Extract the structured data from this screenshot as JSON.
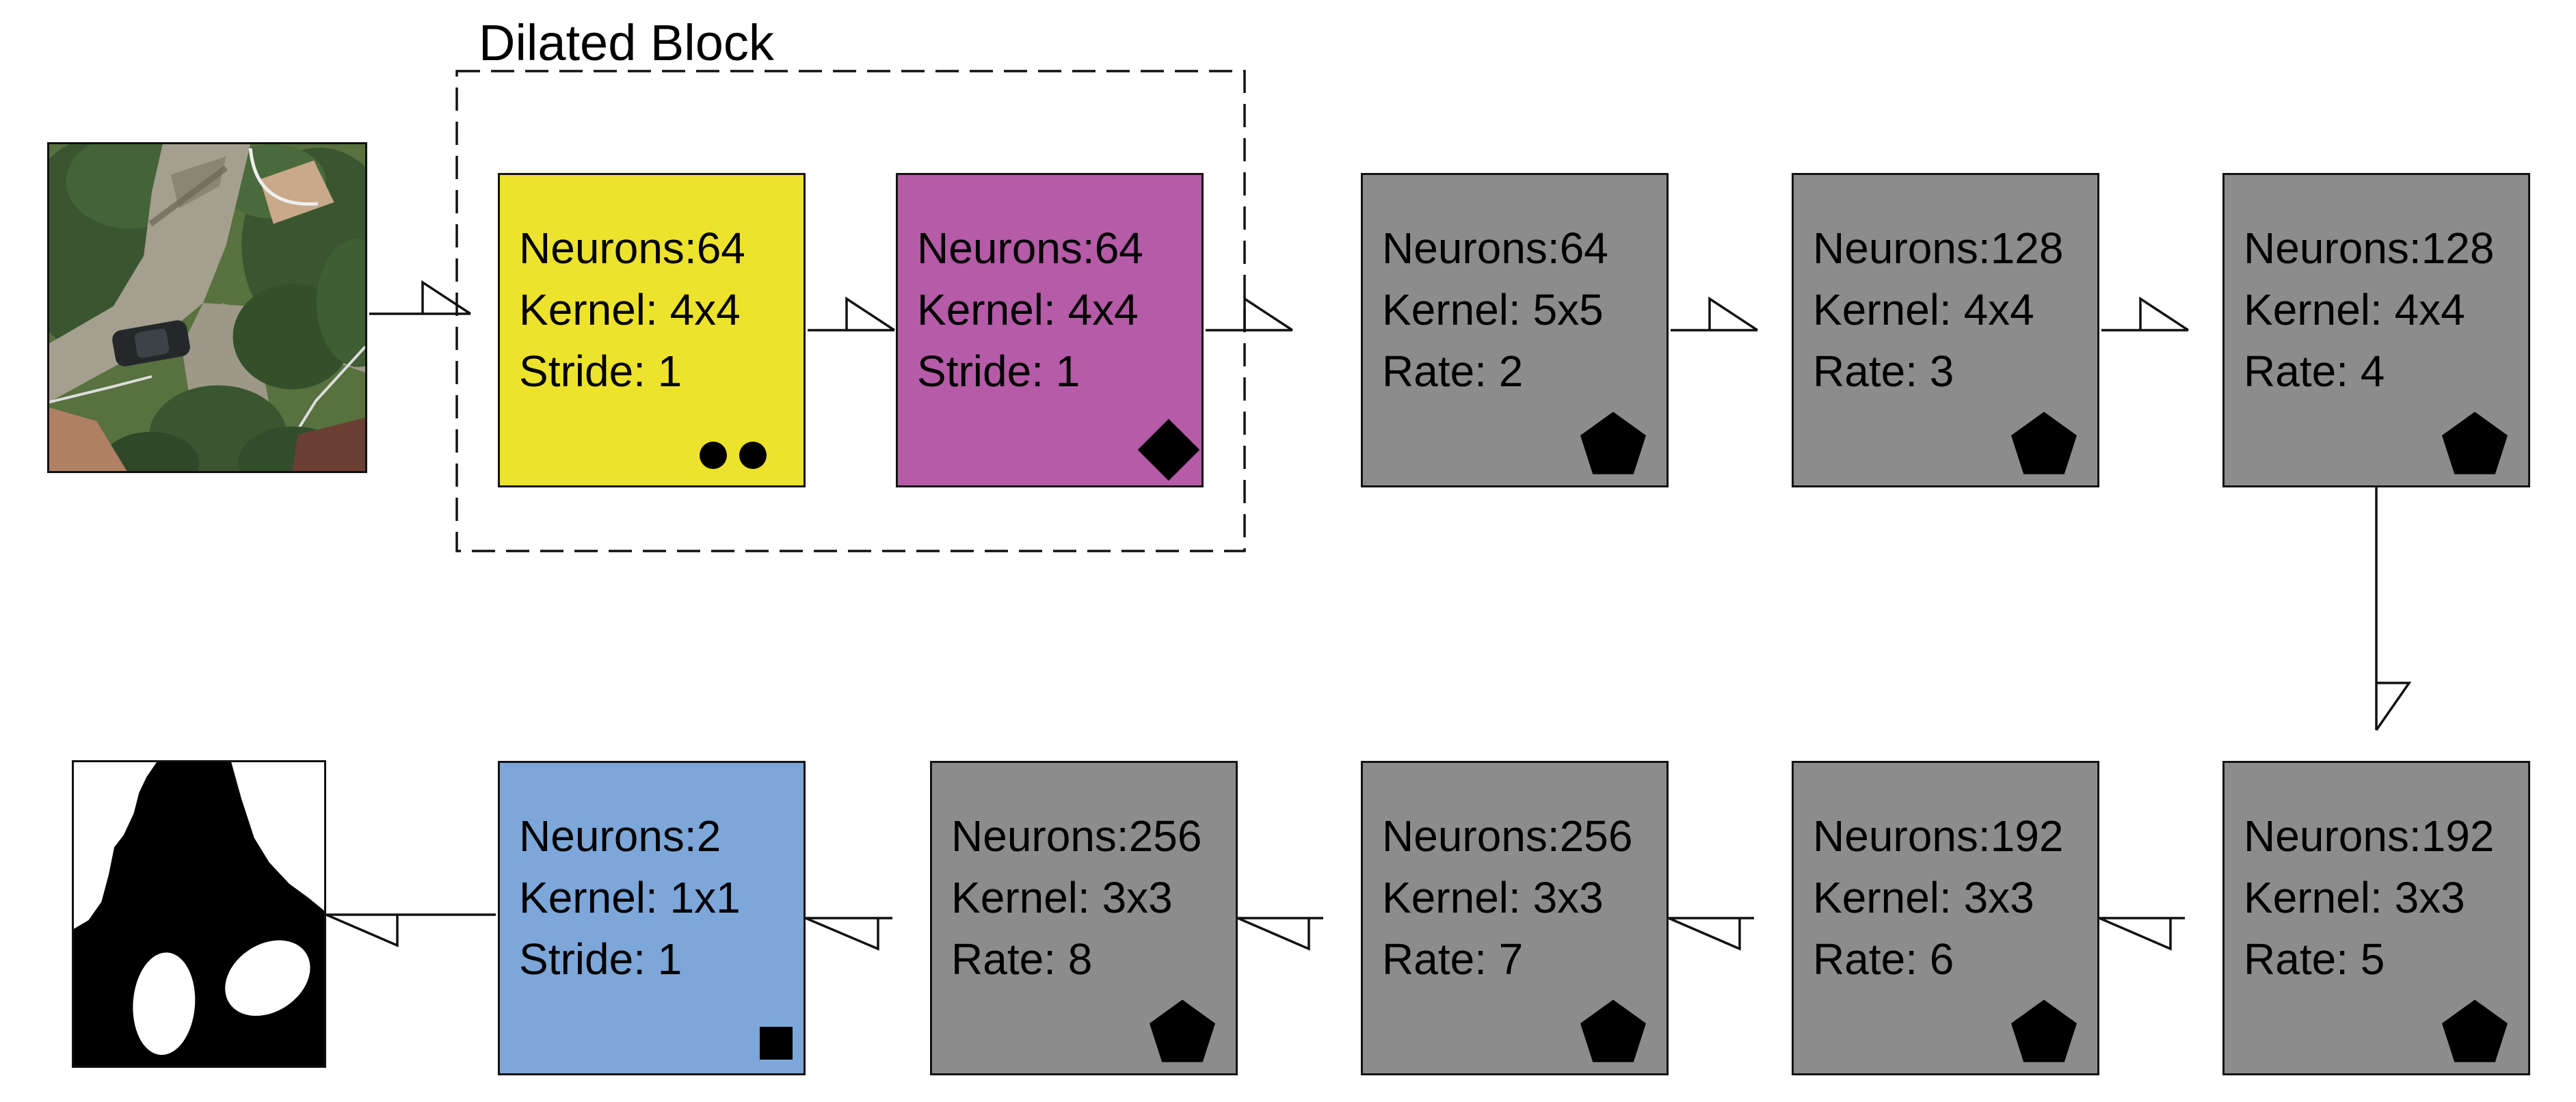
{
  "diagram": {
    "title_label": "Dilated Block",
    "input_image": "aerial-photo-road-intersection",
    "output_image": "black-white-segmentation-mask",
    "colors": {
      "yellow_block": "#EEE32C",
      "magenta_block": "#B55BA7",
      "gray_block": "#8C8C8C",
      "blue_block": "#7DA6D9",
      "line": "#111111",
      "background": "#FFFFFF"
    },
    "blocks": [
      {
        "name": "conv-yellow",
        "fill": "#EEE32C",
        "marker": "two-circles",
        "lines": [
          "Neurons:64",
          "Kernel: 4x4",
          "Stride: 1"
        ]
      },
      {
        "name": "conv-magenta",
        "fill": "#B55BA7",
        "marker": "diamond",
        "lines": [
          "Neurons:64",
          "Kernel: 4x4",
          "Stride: 1"
        ]
      },
      {
        "name": "dilated-conv-1",
        "fill": "#8C8C8C",
        "marker": "pentagon",
        "lines": [
          "Neurons:64",
          "Kernel: 5x5",
          "Rate: 2"
        ]
      },
      {
        "name": "dilated-conv-2",
        "fill": "#8C8C8C",
        "marker": "pentagon",
        "lines": [
          "Neurons:128",
          "Kernel: 4x4",
          "Rate: 3"
        ]
      },
      {
        "name": "dilated-conv-3",
        "fill": "#8C8C8C",
        "marker": "pentagon",
        "lines": [
          "Neurons:128",
          "Kernel: 4x4",
          "Rate: 4"
        ]
      },
      {
        "name": "dilated-conv-4",
        "fill": "#8C8C8C",
        "marker": "pentagon",
        "lines": [
          "Neurons:192",
          "Kernel: 3x3",
          "Rate: 5"
        ]
      },
      {
        "name": "dilated-conv-5",
        "fill": "#8C8C8C",
        "marker": "pentagon",
        "lines": [
          "Neurons:192",
          "Kernel: 3x3",
          "Rate: 6"
        ]
      },
      {
        "name": "dilated-conv-6",
        "fill": "#8C8C8C",
        "marker": "pentagon",
        "lines": [
          "Neurons:256",
          "Kernel: 3x3",
          "Rate: 7"
        ]
      },
      {
        "name": "dilated-conv-7",
        "fill": "#8C8C8C",
        "marker": "pentagon",
        "lines": [
          "Neurons:256",
          "Kernel: 3x3",
          "Rate: 8"
        ]
      },
      {
        "name": "conv-output",
        "fill": "#7DA6D9",
        "marker": "square",
        "lines": [
          "Neurons:2",
          "Kernel: 1x1",
          "Stride: 1"
        ]
      }
    ],
    "connections": [
      {
        "from": "input-image",
        "to": "dilated-block"
      },
      {
        "from": "conv-yellow",
        "to": "conv-magenta"
      },
      {
        "from": "conv-magenta",
        "to": "dilated-conv-1"
      },
      {
        "from": "dilated-conv-1",
        "to": "dilated-conv-2"
      },
      {
        "from": "dilated-conv-2",
        "to": "dilated-conv-3"
      },
      {
        "from": "dilated-conv-3",
        "to": "dilated-conv-4"
      },
      {
        "from": "dilated-conv-4",
        "to": "dilated-conv-5"
      },
      {
        "from": "dilated-conv-5",
        "to": "dilated-conv-6"
      },
      {
        "from": "dilated-conv-6",
        "to": "dilated-conv-7"
      },
      {
        "from": "dilated-conv-7",
        "to": "conv-output"
      },
      {
        "from": "conv-output",
        "to": "output-mask-image"
      }
    ]
  }
}
